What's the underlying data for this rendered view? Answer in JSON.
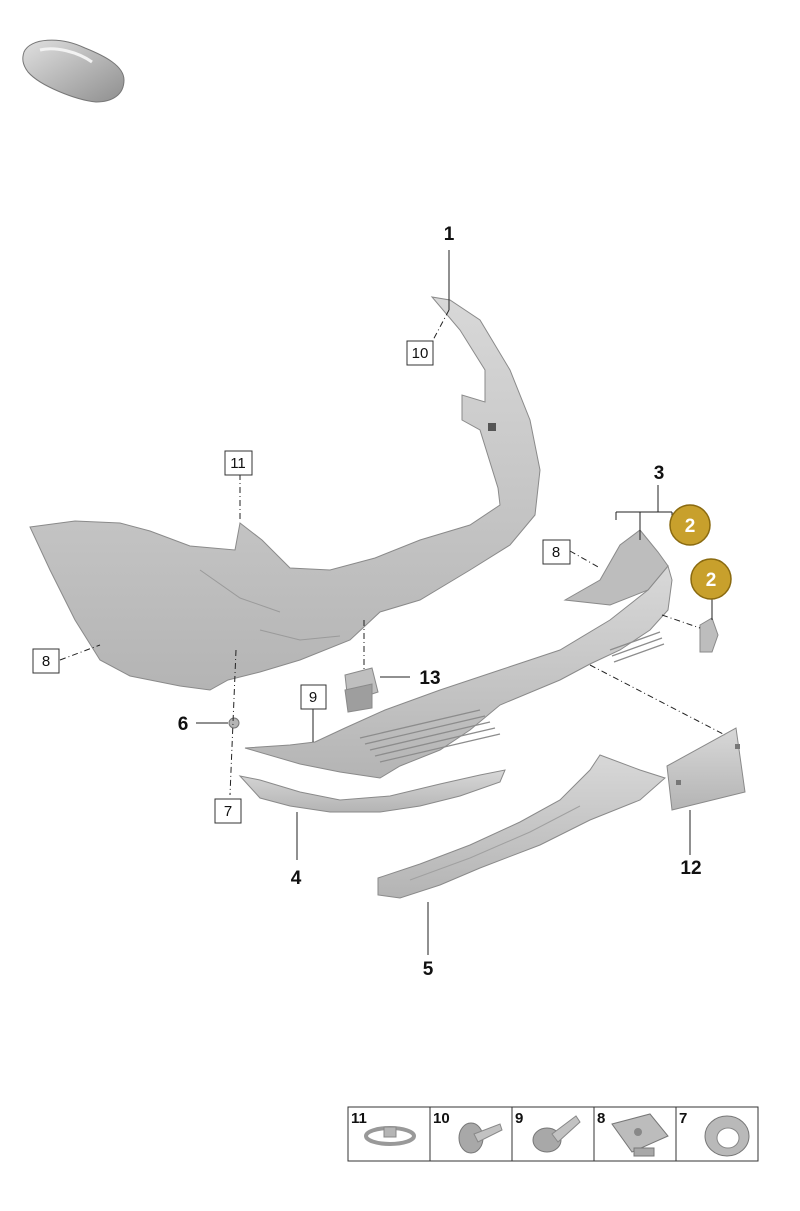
{
  "labels": {
    "p1": "1",
    "p3": "3",
    "p4": "4",
    "p5": "5",
    "p6": "6",
    "p12": "12",
    "p13": "13"
  },
  "boxed": {
    "b10": "10",
    "b11": "11",
    "b8_left": "8",
    "b8_right": "8",
    "b9": "9",
    "b7": "7"
  },
  "callouts": {
    "c2_upper": "2",
    "c2_lower": "2"
  },
  "legend": {
    "cells": [
      "11",
      "10",
      "9",
      "8",
      "7"
    ]
  },
  "colors": {
    "part_fill": "#c9c9c9",
    "part_shade": "#a9a9a9",
    "callout_fill": "#c8a02c",
    "callout_stroke": "#8a6a10"
  }
}
